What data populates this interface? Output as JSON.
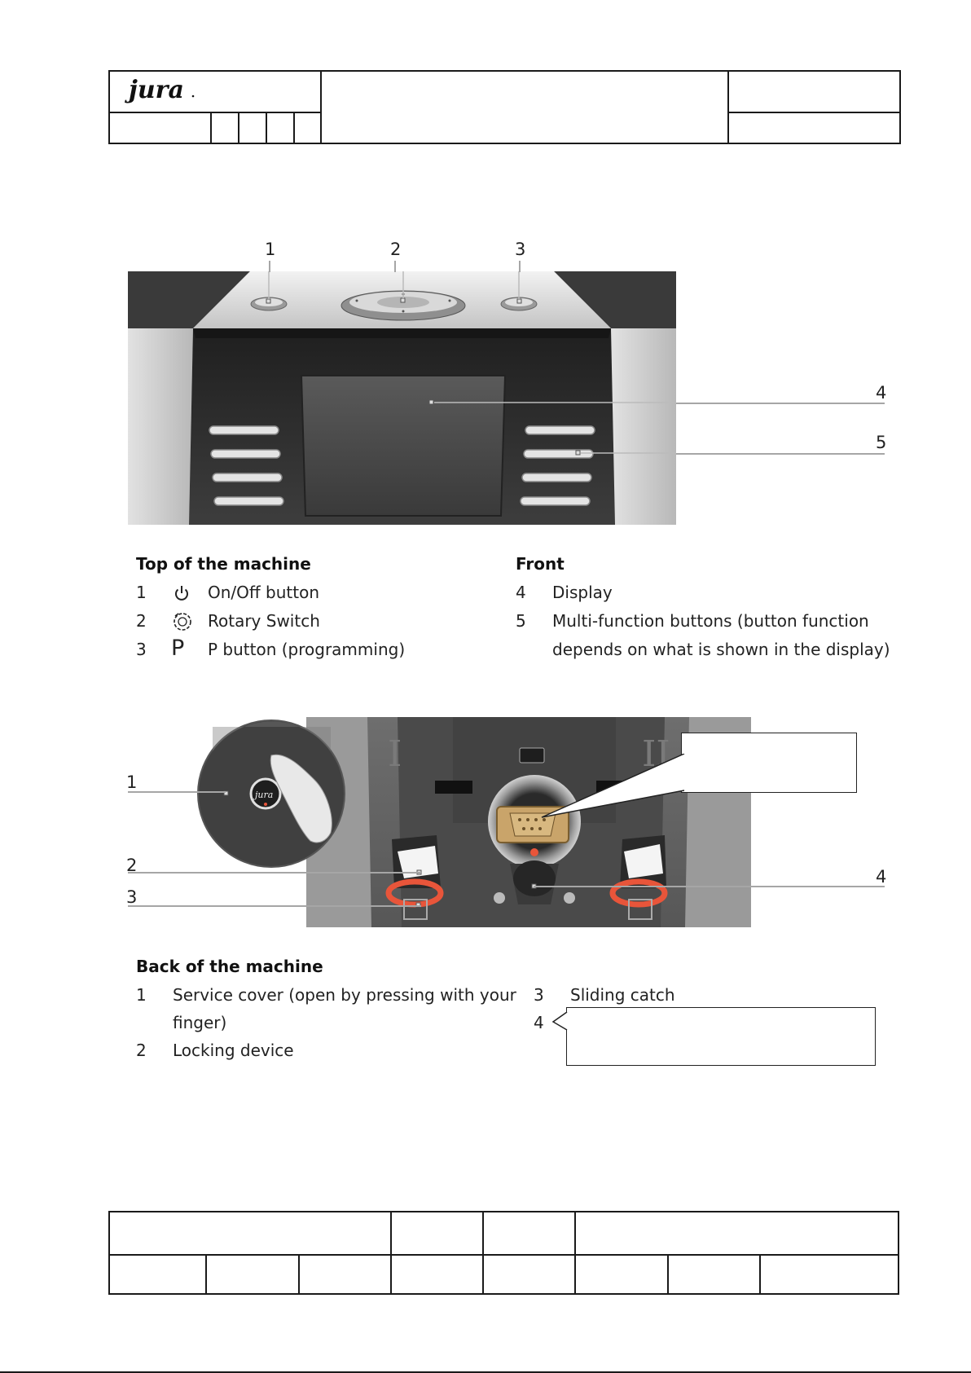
{
  "header": {
    "logo_text": "jura"
  },
  "top_figure": {
    "callouts": [
      "1",
      "2",
      "3",
      "4",
      "5"
    ]
  },
  "top_section": {
    "title": "Top of the machine",
    "items": [
      {
        "num": "1",
        "icon": "power-icon",
        "label": "On/Off button"
      },
      {
        "num": "2",
        "icon": "rotary-switch-icon",
        "label": "Rotary Switch"
      },
      {
        "num": "3",
        "icon": "p-letter-icon",
        "symbol": "P",
        "label": "P button (programming)"
      }
    ]
  },
  "front_section": {
    "title": "Front",
    "items": [
      {
        "num": "4",
        "label": "Display"
      },
      {
        "num": "5",
        "label": "Multi-function buttons (button function",
        "label_cont": "depends on what is shown in the display)"
      }
    ]
  },
  "back_figure": {
    "callouts": [
      "1",
      "2",
      "3",
      "4"
    ]
  },
  "back_section": {
    "title": "Back of the machine",
    "items": [
      {
        "num": "1",
        "label": "Service cover (open by pressing with your",
        "label_cont": "finger)"
      },
      {
        "num": "2",
        "label": "Locking device"
      },
      {
        "num": "3",
        "label": "Sliding catch"
      },
      {
        "num": "4",
        "label": ""
      }
    ]
  },
  "colors": {
    "table_border": "#1a1a1a",
    "leader_line": "#a6a6a6",
    "machine_dark": "#2f2f2f",
    "machine_silver": "#d6d6d6",
    "sliding_catch_orange": "#e8553a",
    "connector_gold": "#c9a46a"
  }
}
